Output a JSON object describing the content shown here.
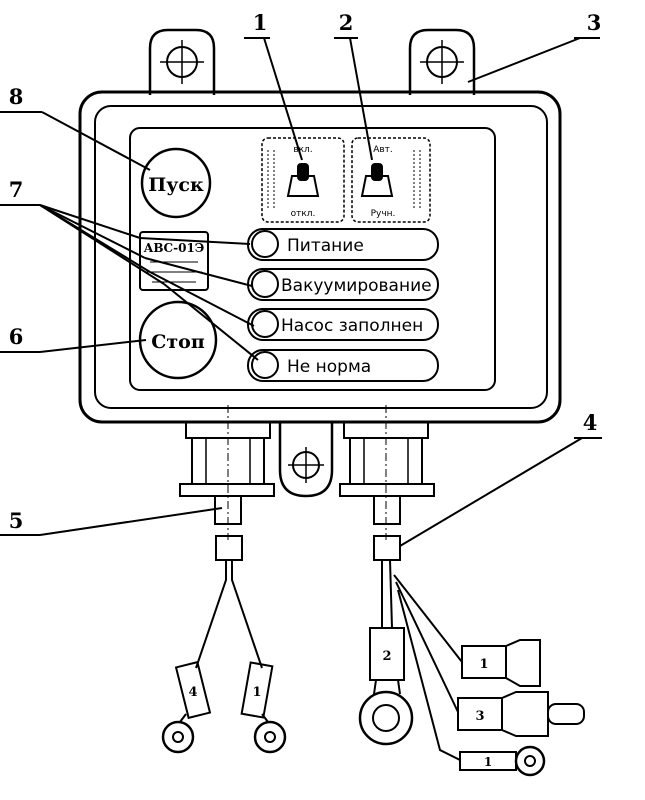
{
  "callouts": [
    "1",
    "2",
    "3",
    "4",
    "5",
    "6",
    "7",
    "8"
  ],
  "buttons": {
    "start": "Пуск",
    "stop": "Стоп"
  },
  "indicators": [
    "Питание",
    "Вакуумирование",
    "Насос заполнен",
    "Не норма"
  ],
  "device_label": {
    "model": "АВС-01Э"
  },
  "switch_labels": {
    "left_top": "вкл.",
    "left_bottom": "откл.",
    "right_top": "Авт.",
    "right_bottom": "Ручн."
  },
  "wire_tags": {
    "left_a": "4",
    "left_b": "1",
    "ring": "2",
    "t1": "1",
    "t3": "3",
    "t_bottom": "1"
  }
}
